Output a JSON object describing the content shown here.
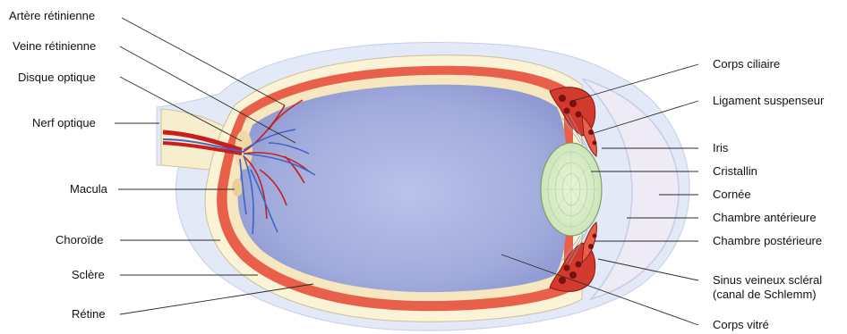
{
  "labels": {
    "artere_retinienne": "Artère rétinienne",
    "veine_retinienne": "Veine rétinienne",
    "disque_optique": "Disque optique",
    "nerf_optique": "Nerf optique",
    "macula": "Macula",
    "choroide": "Choroïde",
    "sclere": "Sclère",
    "retine": "Rétine",
    "corps_ciliaire": "Corps ciliaire",
    "ligament_suspenseur": "Ligament suspenseur",
    "iris": "Iris",
    "cristallin": "Cristallin",
    "cornee": "Cornée",
    "chambre_anterieure": "Chambre antérieure",
    "chambre_posterieure": "Chambre postérieure",
    "sinus_line1": "Sinus veineux scléral",
    "sinus_line2": "(canal de Schlemm)",
    "corps_vitre": "Corps vitré"
  },
  "colors": {
    "sclera_halo": "#dfe6f4",
    "sclera": "#fbf3d6",
    "choroid": "#e8604a",
    "retina": "#f6e7c0",
    "vitreous": "#a9b3e0",
    "lens": "#d8ecc8",
    "artery": "#c81e1e",
    "vein": "#3f63c8"
  }
}
